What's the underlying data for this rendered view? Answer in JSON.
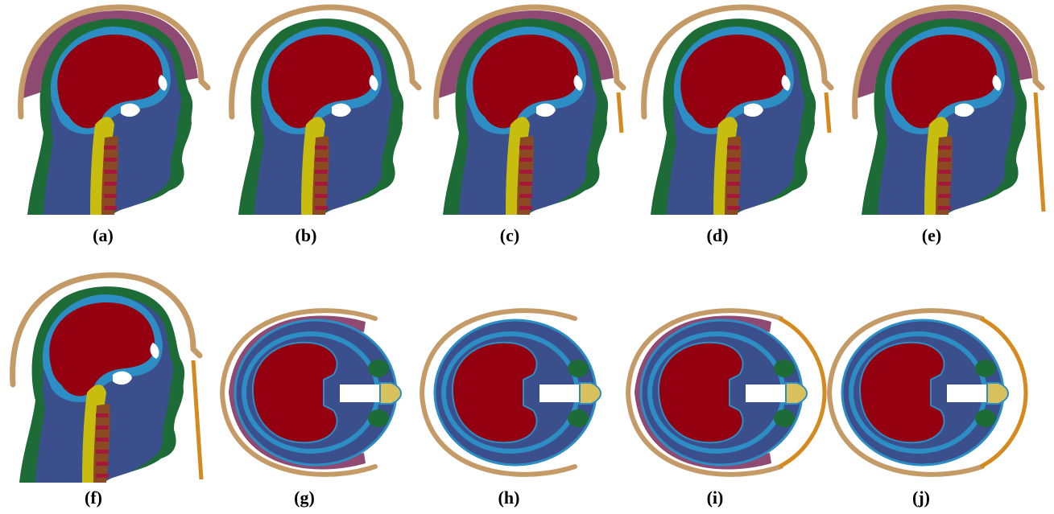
{
  "colors": {
    "skin": "#1d6b37",
    "tissue": "#3b4f8c",
    "csf": "#2c8ec4",
    "brain": "#950010",
    "spinal_cord": "#c7bd0e",
    "vertebra": "#8b4a22",
    "disc": "#a4183a",
    "air": "#ffffff",
    "shell": "#c49a66",
    "liner": "#8e4a72",
    "visor": "#d48a1e",
    "nose_tissue": "#d8c05c"
  },
  "panels": [
    {
      "id": "a",
      "label": "(a)",
      "view": "sagittal",
      "shell": true,
      "liner": true,
      "visor": "none"
    },
    {
      "id": "b",
      "label": "(b)",
      "view": "sagittal",
      "shell": true,
      "liner": false,
      "visor": "none"
    },
    {
      "id": "c",
      "label": "(c)",
      "view": "sagittal",
      "shell": true,
      "liner": true,
      "visor": "short"
    },
    {
      "id": "d",
      "label": "(d)",
      "view": "sagittal",
      "shell": true,
      "liner": false,
      "visor": "short"
    },
    {
      "id": "e",
      "label": "(e)",
      "view": "sagittal",
      "shell": true,
      "liner": true,
      "visor": "long"
    },
    {
      "id": "f",
      "label": "(f)",
      "view": "sagittal",
      "shell": true,
      "liner": false,
      "visor": "long"
    },
    {
      "id": "g",
      "label": "(g)",
      "view": "axial",
      "shell": true,
      "liner": true,
      "visor": "none"
    },
    {
      "id": "h",
      "label": "(h)",
      "view": "axial",
      "shell": true,
      "liner": false,
      "visor": "none"
    },
    {
      "id": "i",
      "label": "(i)",
      "view": "axial",
      "shell": true,
      "liner": true,
      "visor": "full"
    },
    {
      "id": "j",
      "label": "(j)",
      "view": "axial",
      "shell": true,
      "liner": false,
      "visor": "full"
    }
  ]
}
